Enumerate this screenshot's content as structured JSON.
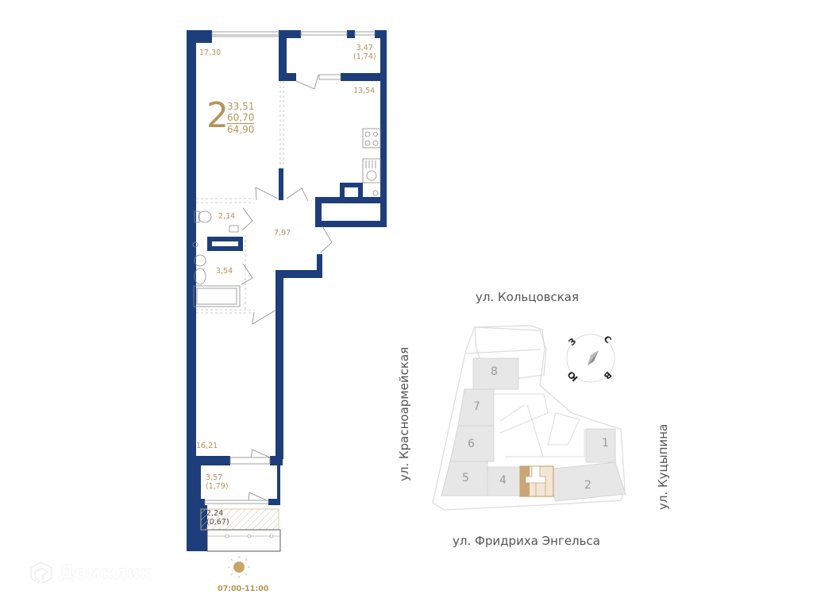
{
  "apartment": {
    "rooms_count": "2",
    "living_area": "33,51",
    "total_area": "60,70",
    "total_area_with_balconies": "64,90"
  },
  "rooms": {
    "room_top_left": "17,30",
    "balcony_top": {
      "area": "3,47",
      "reduced": "(1,74)"
    },
    "kitchen": "13,54",
    "toilet": "2,14",
    "hall": "7,97",
    "bathroom": "3,54",
    "room_bottom": "16,21",
    "loggia_bottom": {
      "area": "3,57",
      "reduced": "(1,79)"
    },
    "balcony_bottom": {
      "area": "2,24",
      "reduced": "(0,67)"
    }
  },
  "sun": {
    "time_range": "07:00-11:00",
    "icon": "sun-icon"
  },
  "site_map": {
    "streets": {
      "north": "ул. Кольцовская",
      "west": "ул. Красноармейская",
      "east": "ул. Куцыпина",
      "south": "ул. Фридриха Энгельса"
    },
    "buildings": [
      "1",
      "2",
      "4",
      "5",
      "6",
      "7",
      "8"
    ],
    "compass": {
      "n": "С",
      "e": "В",
      "s": "Ю",
      "w": "З"
    }
  },
  "watermark": {
    "text": "Домклик",
    "icon": "domclick-logo-icon"
  },
  "colors": {
    "wall": "#1d3e7a",
    "accent": "#b6935a",
    "highlight_fill": "#f3e6d4",
    "highlight_dark": "#c9a577",
    "building_fill": "#e7e7e7",
    "site_outline": "#d8d8d8"
  }
}
